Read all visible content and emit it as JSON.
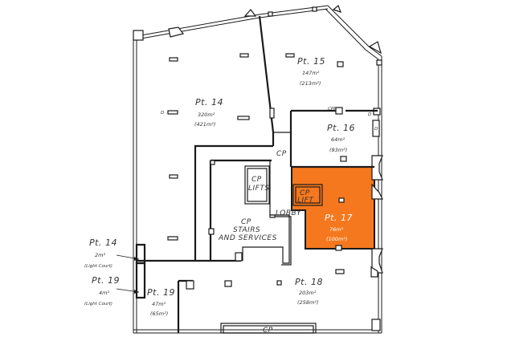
{
  "plan": {
    "highlight_color": "#f5781e",
    "wall_color": "#1a1a1a",
    "tenancies": [
      {
        "id": "pt14",
        "title": "Pt. 14",
        "area": "320m²",
        "gross": "(421m²)"
      },
      {
        "id": "pt15",
        "title": "Pt. 15",
        "area": "147m²",
        "gross": "(213m²)"
      },
      {
        "id": "pt16",
        "title": "Pt. 16",
        "area": "64m²",
        "gross": "(93m²)"
      },
      {
        "id": "pt17",
        "title": "Pt. 17",
        "area": "76m²",
        "gross": "(100m²)",
        "highlighted": true
      },
      {
        "id": "pt18",
        "title": "Pt. 18",
        "area": "203m²",
        "gross": "(258m²)"
      },
      {
        "id": "pt19",
        "title": "Pt. 19",
        "area": "47m²",
        "gross": "(65m²)"
      }
    ],
    "light_courts": [
      {
        "title": "Pt. 14",
        "area": "2m²",
        "note": "(Light Court)"
      },
      {
        "title": "Pt. 19",
        "area": "4m²",
        "note": "(Light Court)"
      }
    ],
    "common": {
      "cp_corridor": "CP",
      "lifts_line1": "CP",
      "lifts_line2": "LIFTS",
      "lift_line1": "CP",
      "lift_line2": "LIFT",
      "lobby": "LOBBY",
      "stairs_line1": "CP",
      "stairs_line2": "STAIRS",
      "stairs_line3": "AND SERVICES",
      "cp_bottom": "CP",
      "cpp": "CPP",
      "d1": "D",
      "d2": "D",
      "d3": "D"
    }
  }
}
